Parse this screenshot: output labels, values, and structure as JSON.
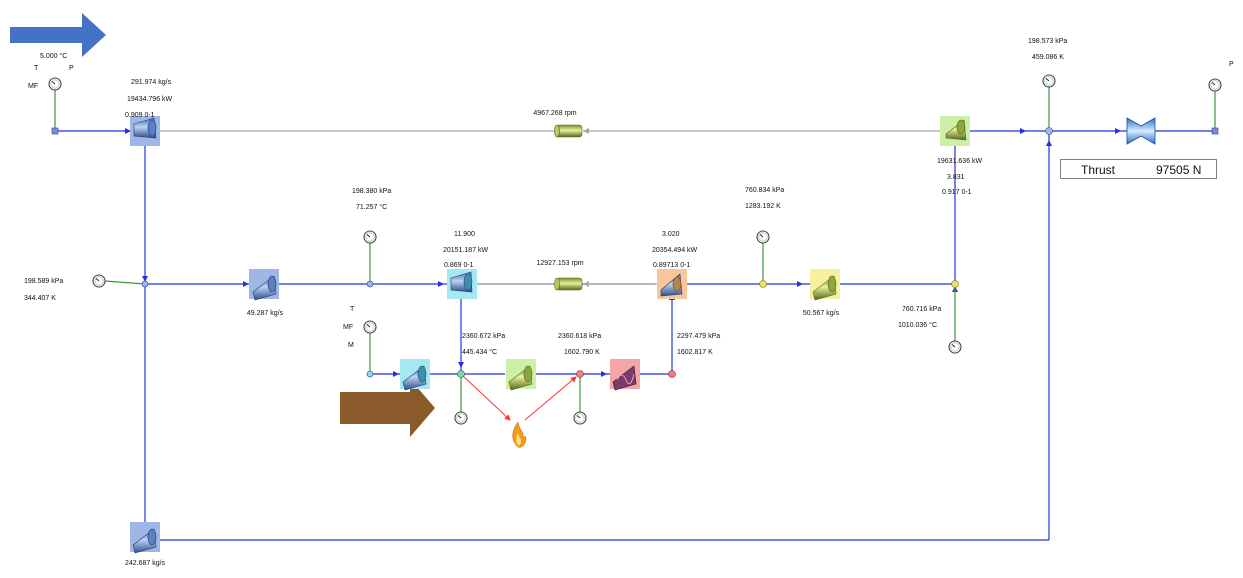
{
  "inlet": {
    "temperature": "5.000 °C",
    "t_label": "T",
    "p_label": "P",
    "mf_label": "MF",
    "mass_flow": "291.974 kg/s"
  },
  "fan": {
    "power": "19434.796 kW",
    "efficiency": "0.909 0-1"
  },
  "low_pressure_shaft": {
    "speed": "4967.268 rpm"
  },
  "low_pressure_turbine": {
    "power": "19631.636 kW",
    "pressure_ratio": "3.831",
    "efficiency": "0.917 0-1"
  },
  "exhaust": {
    "pressure": "198.573 kPa",
    "temperature": "459.086 K",
    "p_label": "P"
  },
  "thrust": {
    "label": "Thrust",
    "value": "97505 N"
  },
  "core_inlet": {
    "pressure": "198.589 kPa",
    "temperature": "344.407 K"
  },
  "core_mass_flow": "49.287 kg/s",
  "hpc_inlet": {
    "pressure": "198.380 kPa",
    "temperature": "71.257 °C"
  },
  "hp_compressor": {
    "pressure_ratio": "11.900",
    "power": "20151.187 kW",
    "efficiency": "0.869 0-1"
  },
  "high_pressure_shaft": {
    "speed": "12927.153 rpm"
  },
  "hp_turbine": {
    "pressure_ratio": "3.020",
    "power": "20354.494 kW",
    "efficiency": "0.89713 0-1"
  },
  "hpt_outlet": {
    "pressure": "760.834 kPa",
    "temperature": "1283.192 K"
  },
  "hot_mass_flow": "50.567 kg/s",
  "lpt_inlet": {
    "pressure": "760.716 kPa",
    "temperature": "1010.036 °C"
  },
  "fuel_inlet": {
    "t_label": "T",
    "mf_label": "MF",
    "m_label": "M"
  },
  "hpc_outlet": {
    "pressure": "2360.672 kPa",
    "temperature": "445.434 °C"
  },
  "combustor_outlet": {
    "pressure": "2360.618 kPa",
    "temperature": "1602.790 K"
  },
  "hpt_inlet": {
    "pressure": "2297.479 kPa",
    "temperature": "1602.817 K"
  },
  "bypass_mass_flow": "242.687 kg/s",
  "colors": {
    "flow_line": "#2233dd",
    "shaft_line": "#a8a8a8",
    "sensor_line": "#3a9a3a",
    "fuel_line": "#ff3333",
    "inlet_arrow": "#4472c4",
    "fuel_arrow": "#8b5a2b",
    "fan_highlight": "#9fb6e6",
    "cyan_highlight": "#a6e8f2",
    "green_highlight": "#cdf0a8",
    "orange_highlight": "#f7c79a",
    "yellow_highlight": "#f7f0a0",
    "red_highlight": "#f4a6a6"
  }
}
